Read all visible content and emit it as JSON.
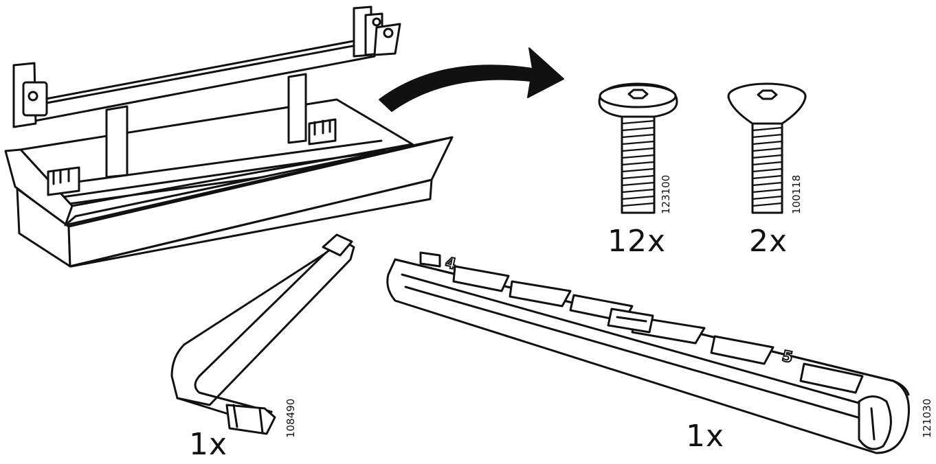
{
  "parts": {
    "bolt_flat_head": {
      "quantity": "12x",
      "part_number": "123100"
    },
    "bolt_countersunk": {
      "quantity": "2x",
      "part_number": "100118"
    },
    "allen_key": {
      "quantity": "1x",
      "part_number": "108490"
    },
    "strip": {
      "quantity": "1x",
      "part_number": "121030",
      "slot_labels": [
        "4",
        "5"
      ]
    }
  },
  "icons": {
    "box": "open-box-with-frame-icon",
    "arrow": "curved-arrow-icon",
    "bolt1": "bolt-icon",
    "bolt2": "countersunk-bolt-icon",
    "key": "allen-key-icon",
    "strip": "connector-strip-icon"
  }
}
